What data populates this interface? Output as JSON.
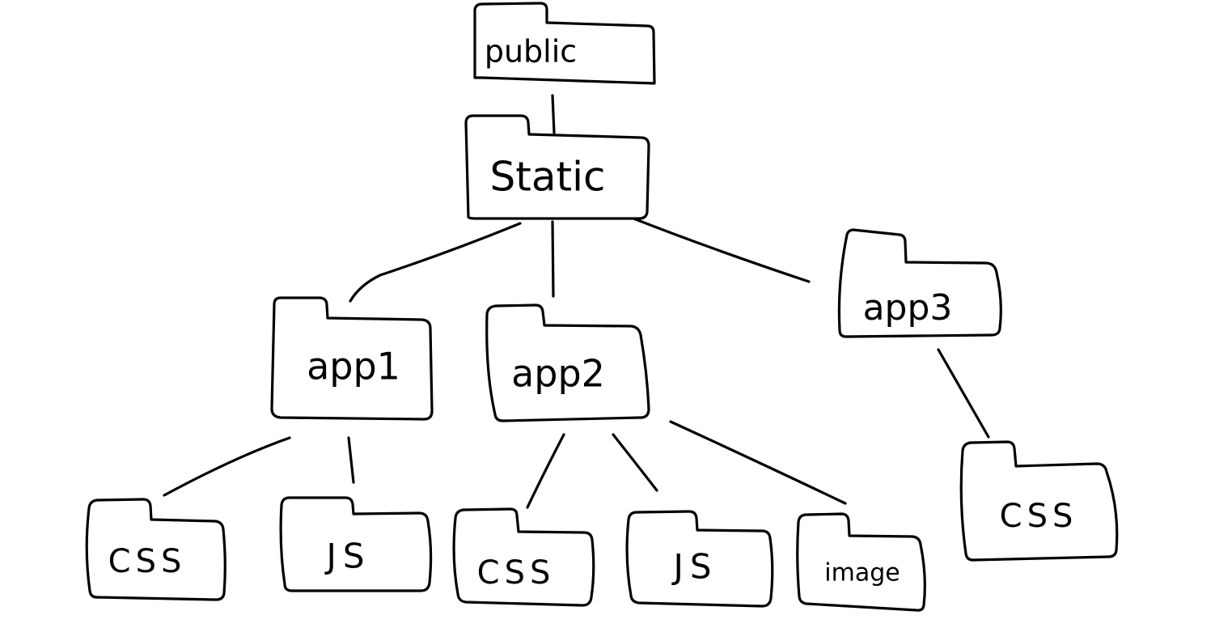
{
  "colors": {
    "background": "#ffffff",
    "stroke": "#000000"
  },
  "folder_icon": "folder-icon",
  "tree": {
    "root": {
      "label": "public"
    },
    "static": {
      "label": "Static"
    },
    "app1": {
      "label": "app1",
      "children": [
        {
          "label": "CSS"
        },
        {
          "label": "JS"
        }
      ]
    },
    "app2": {
      "label": "app2",
      "children": [
        {
          "label": "CSS"
        },
        {
          "label": "JS"
        },
        {
          "label": "image"
        }
      ]
    },
    "app3": {
      "label": "app3",
      "children": [
        {
          "label": "CSS"
        }
      ]
    }
  }
}
